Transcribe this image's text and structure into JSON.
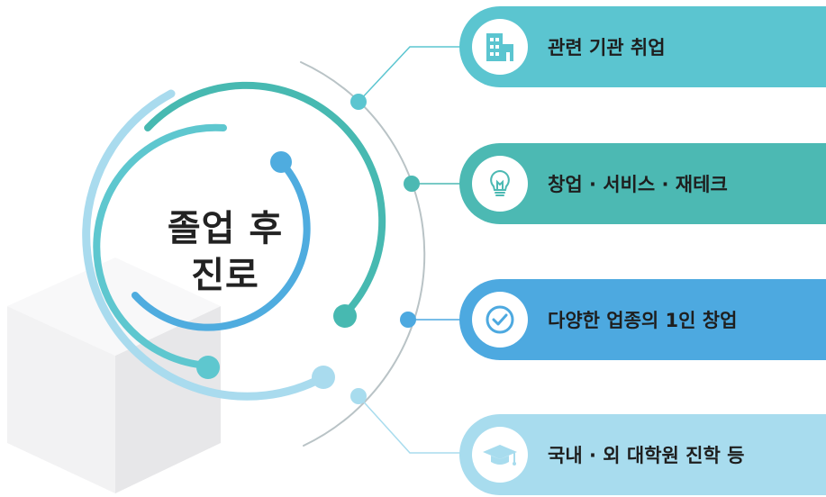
{
  "center": {
    "line1": "졸업 후",
    "line2": "진로"
  },
  "careers": [
    {
      "label": "관련 기관 취업",
      "icon": "building-icon",
      "color": "#5bc5d0"
    },
    {
      "label": "창업 · 서비스 · 재테크",
      "icon": "lightbulb-icon",
      "color": "#4cb9b3"
    },
    {
      "label": "다양한 업종의 1인 창업",
      "icon": "check-circle-icon",
      "color": "#4da9e0"
    },
    {
      "label": "국내 · 외 대학원 진학 등",
      "icon": "graduation-cap-icon",
      "color": "#a8dcee"
    }
  ]
}
